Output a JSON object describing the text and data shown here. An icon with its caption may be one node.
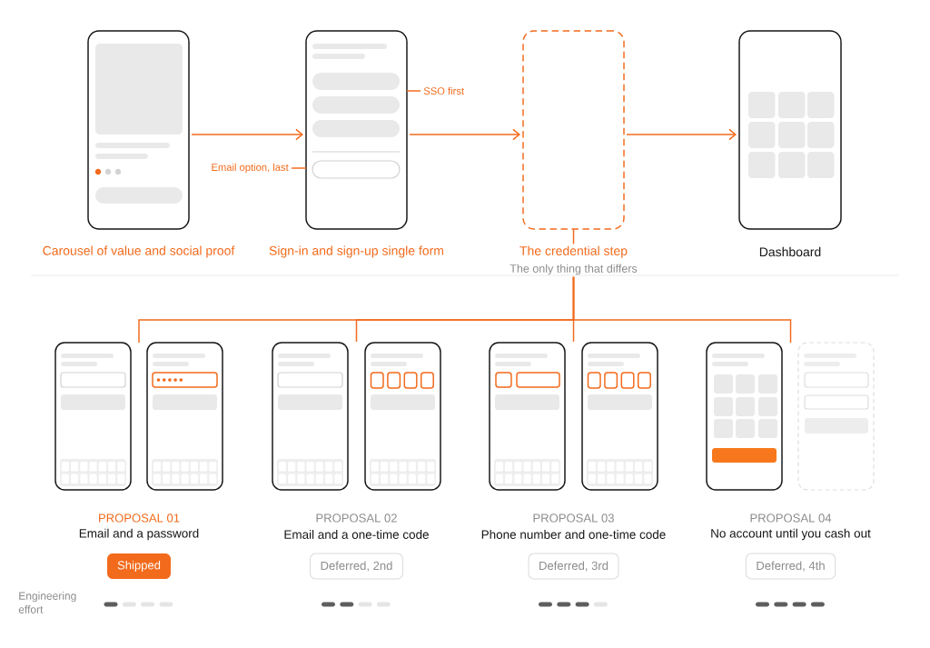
{
  "diagram": {
    "nodes": [
      {
        "text": [],
        "shape": "picture",
        "beside": [
          "Carousel of value and social proof"
        ]
      },
      {
        "text": [],
        "shape": "picture",
        "beside": [
          "Sign-in and sign-up single form"
        ]
      },
      {
        "text": [
          "SSO first"
        ]
      },
      {
        "text": [
          "Email option, last"
        ]
      },
      {
        "text": [],
        "shape": "picture"
      },
      {
        "text": [],
        "shape": "picture",
        "beside": [
          "Dashboard"
        ]
      },
      {
        "text": [
          "The credential step",
          "The only thing that differs"
        ]
      },
      {
        "text": [],
        "shape": "picture"
      },
      {
        "text": [],
        "shape": "picture"
      },
      {
        "text": [],
        "shape": "picture"
      },
      {
        "text": [],
        "shape": "picture"
      },
      {
        "text": [],
        "shape": "picture"
      },
      {
        "text": [],
        "shape": "picture"
      },
      {
        "text": [],
        "shape": "picture"
      },
      {
        "text": [],
        "shape": "picture"
      },
      {
        "text": [
          "Shipped"
        ]
      },
      {
        "text": [
          "Deferred, 2nd"
        ]
      },
      {
        "text": [
          "Deferred, 3rd"
        ]
      },
      {
        "text": [
          "Deferred, 4th"
        ]
      }
    ],
    "edges": [
      {
        "from": 0,
        "to": 1,
        "arrow": "to"
      },
      {
        "from": 1,
        "to": 4,
        "arrow": "to"
      },
      {
        "from": 4,
        "to": 5,
        "arrow": "to"
      },
      {
        "from": 2,
        "to": 1,
        "arrow": "none"
      },
      {
        "from": 3,
        "to": 1,
        "arrow": "none"
      },
      {
        "from": 4,
        "to": 6,
        "arrow": "none"
      },
      {
        "from": 6,
        "to": 7,
        "arrow": "none"
      },
      {
        "from": 6,
        "to": null,
        "arrow": "none"
      },
      {
        "from": 6,
        "to": null,
        "arrow": "none"
      },
      {
        "from": 6,
        "to": 14,
        "arrow": "none"
      }
    ],
    "labels": [
      "PROPOSAL 01",
      "PROPOSAL 02",
      "PROPOSAL 03",
      "PROPOSAL 04",
      "Email and a password",
      "Email and a one-time code",
      "Phone number and one-time code",
      "No account until you cash out",
      "Engineering effort"
    ]
  }
}
